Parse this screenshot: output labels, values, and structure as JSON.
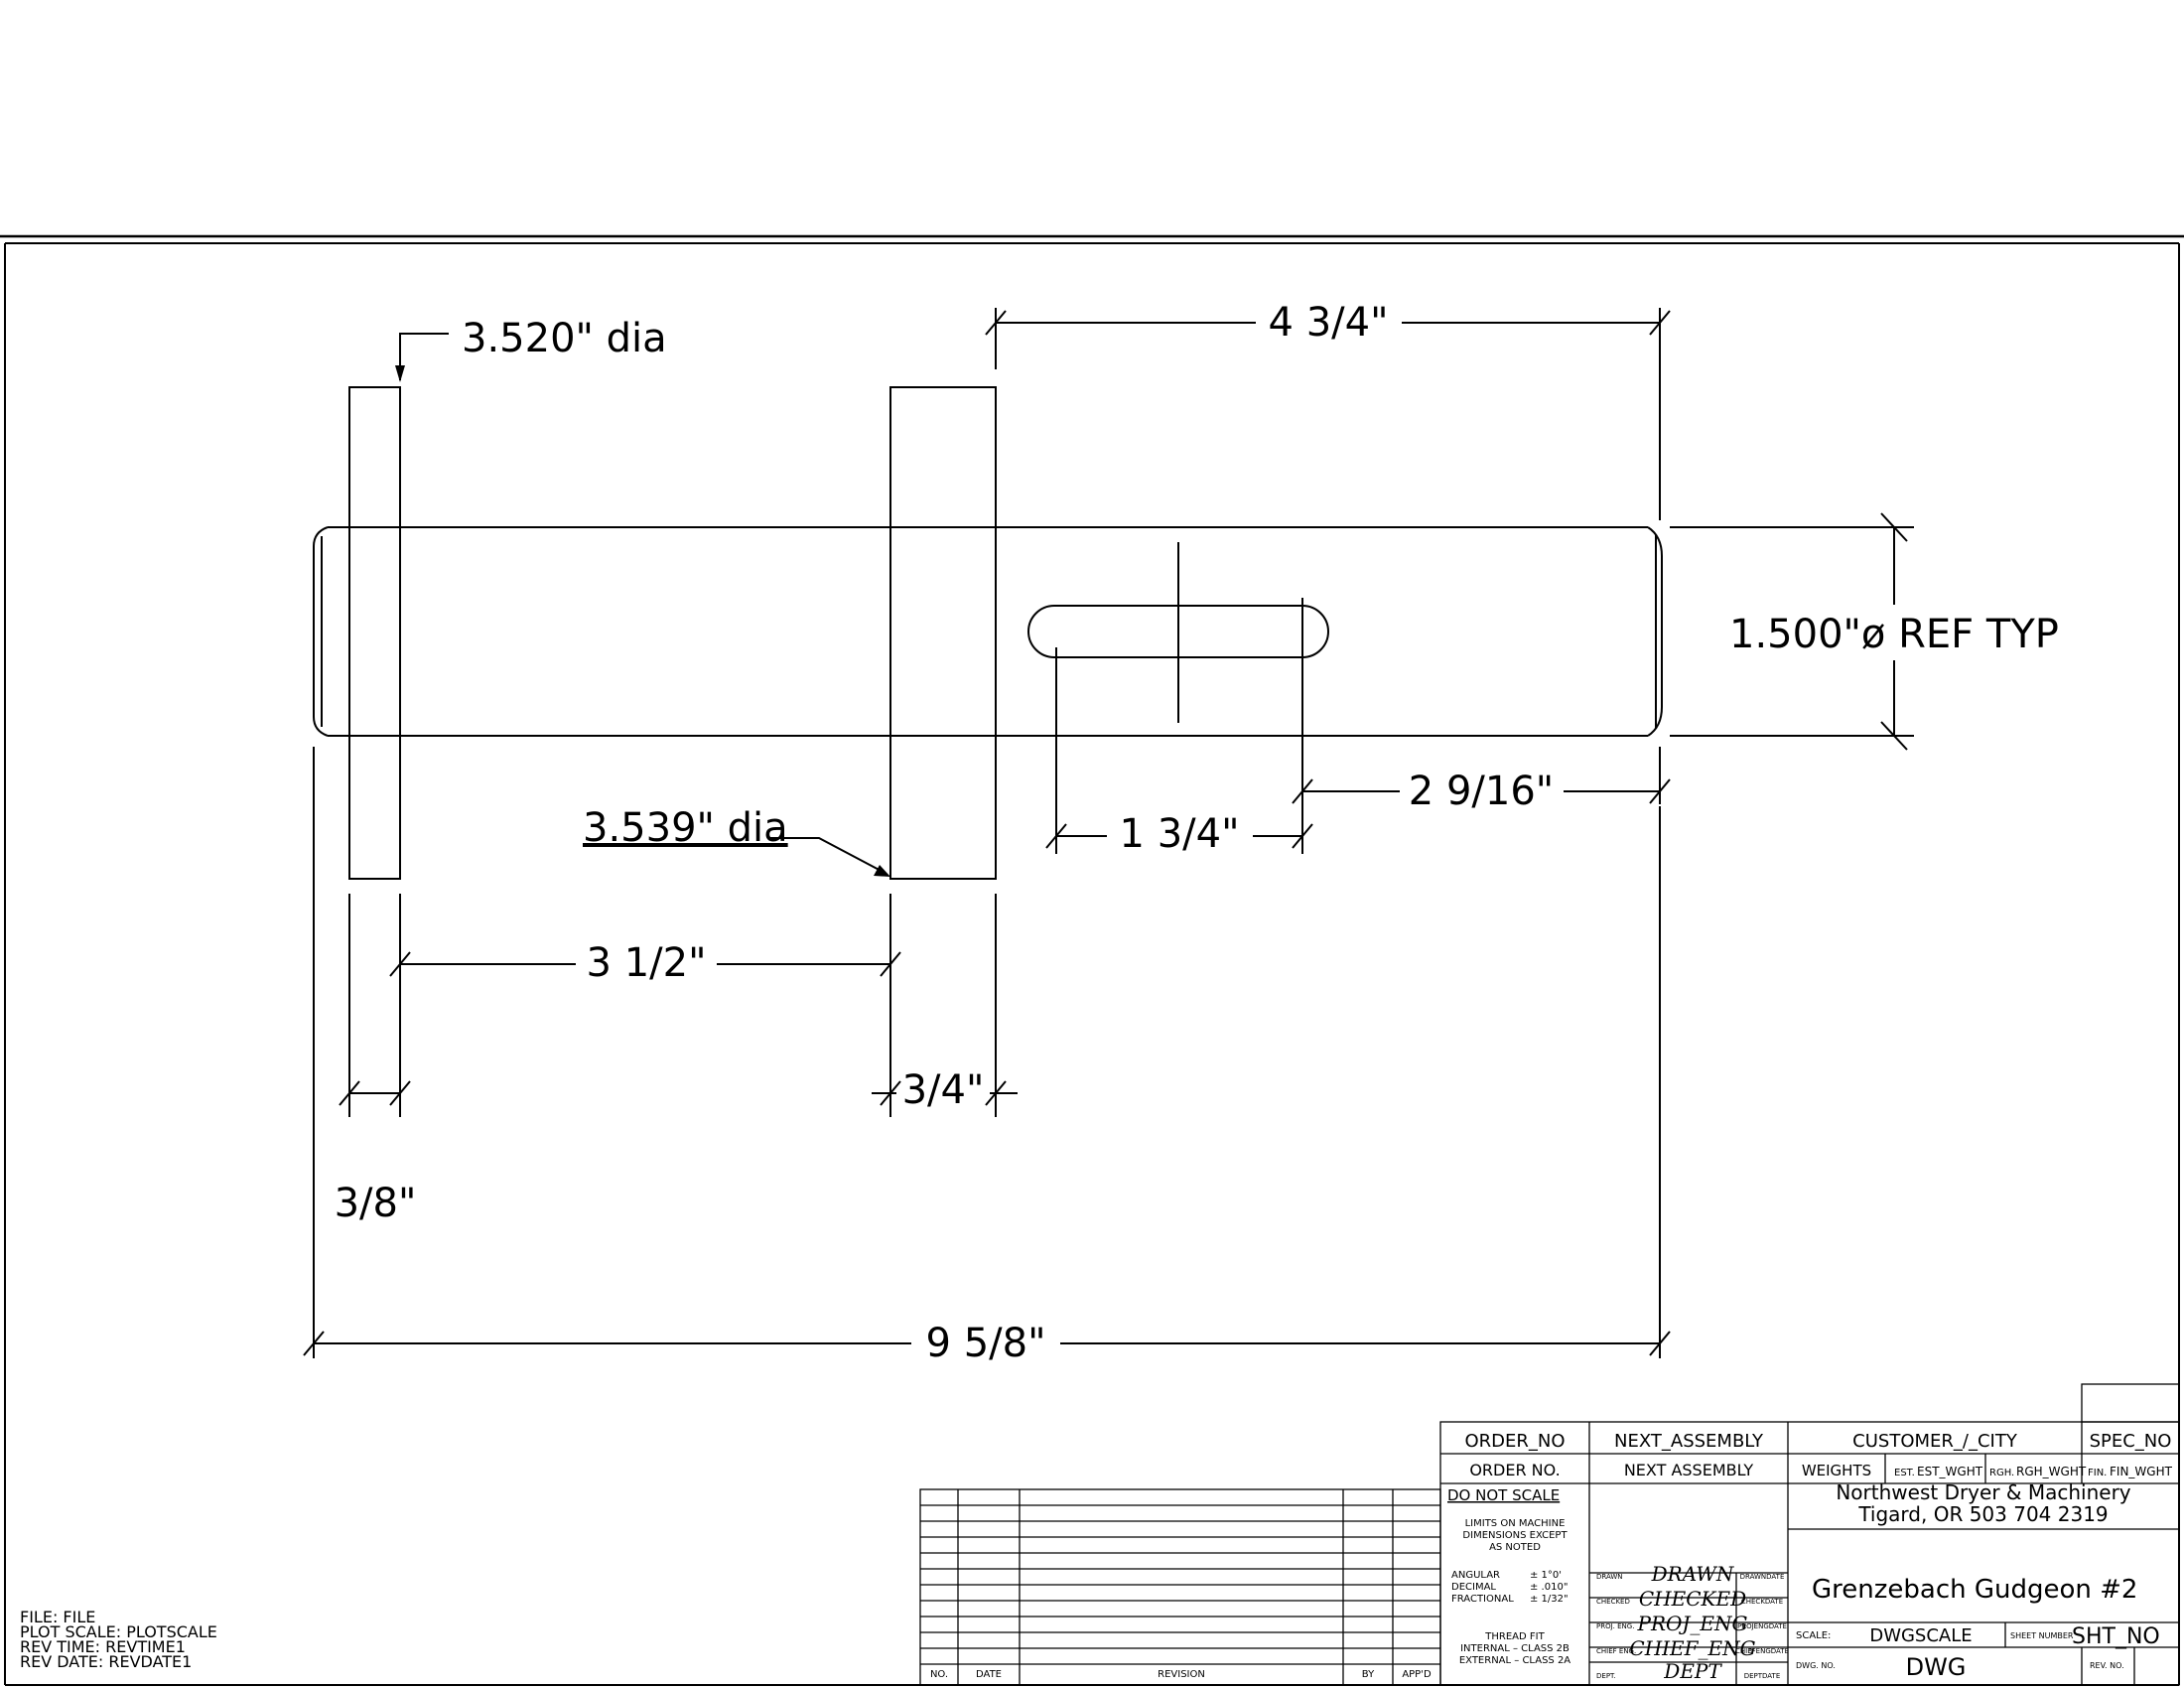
{
  "dimensions": {
    "dia_3520": "3.520\" dia",
    "dia_3539": "3.539\" dia",
    "len_4_3_4": "4 3/4\"",
    "shaft_dia": "1.500\"ø REF TYP",
    "len_2_9_16": "2 9/16\"",
    "len_1_3_4": "1 3/4\"",
    "len_3_1_2": "3 1/2\"",
    "len_3_4": "3/4\"",
    "len_3_8": "3/8\"",
    "len_9_5_8": "9 5/8\""
  },
  "file_info": {
    "file": "FILE: FILE",
    "plot_scale": "PLOT SCALE: PLOTSCALE",
    "rev_time": "REV TIME: REVTIME1",
    "rev_date": "REV DATE: REVDATE1"
  },
  "revision_table": {
    "headers": [
      "NO.",
      "DATE",
      "REVISION",
      "BY",
      "APP'D"
    ]
  },
  "title_block": {
    "order_no_field": "ORDER_NO",
    "order_no_label": "ORDER NO.",
    "next_assembly_field": "NEXT_ASSEMBLY",
    "next_assembly_label": "NEXT ASSEMBLY",
    "customer_city": "CUSTOMER_/_CITY",
    "spec_no": "SPEC_NO",
    "weights": "WEIGHTS",
    "est_label": "EST.",
    "est_value": "EST_WGHT",
    "rgh_label": "RGH.",
    "rgh_value": "RGH_WGHT",
    "fin_label": "FIN.",
    "fin_value": "FIN_WGHT",
    "do_not_scale": "DO NOT SCALE",
    "limits_1": "LIMITS ON MACHINE",
    "limits_2": "DIMENSIONS EXCEPT",
    "limits_3": "AS NOTED",
    "angular": "ANGULAR",
    "angular_tol": "± 1°0'",
    "decimal": "DECIMAL",
    "decimal_tol": "± .010\"",
    "fractional": "FRACTIONAL",
    "fractional_tol": "± 1/32\"",
    "thread_fit": "THREAD FIT",
    "internal": "INTERNAL – CLASS 2B",
    "external": "EXTERNAL – CLASS 2A",
    "drawn_label": "DRAWN",
    "drawn_value": "DRAWN",
    "drawn_date": "DRAWNDATE",
    "checked_label": "CHECKED",
    "checked_value": "CHECKED",
    "checked_date": "CHECKDATE",
    "proj_label": "PROJ. ENG.",
    "proj_value": "PROJ_ENG",
    "proj_date": "PROJENGDATE",
    "chief_label": "CHIEF ENG.",
    "chief_value": "CHIEF_ENG",
    "chief_date": "CHIEFENGDATE",
    "dept_label": "DEPT.",
    "dept_value": "DEPT",
    "dept_date": "DEPTDATE",
    "company_name": "Northwest Dryer & Machinery",
    "company_addr": "Tigard, OR    503 704 2319",
    "drawing_title": "Grenzebach Gudgeon #2",
    "scale_label": "SCALE:",
    "scale_value": "DWGSCALE",
    "sheet_label": "SHEET NUMBER",
    "sheet_value": "SHT_NO",
    "dwg_label": "DWG. NO.",
    "dwg_value": "DWG",
    "rev_label": "REV. NO."
  }
}
